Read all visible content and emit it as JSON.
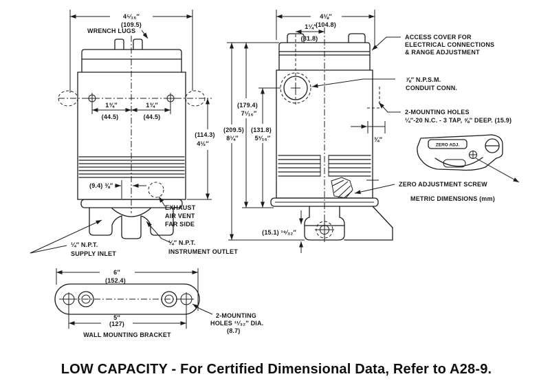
{
  "caption": {
    "text": "LOW CAPACITY - For Certified Dimensional Data, Refer to A28-9."
  },
  "front_view": {
    "width_in": "4⁵⁄₁₆″",
    "width_mm": "(109.5)",
    "wrench_lugs_label": "WRENCH LUGS",
    "boss_left_in": "1¾″",
    "boss_left_mm": "(44.5)",
    "boss_right_in": "1¾″",
    "boss_right_mm": "(44.5)",
    "height_mm": "(114.3)",
    "height_in": "4½″",
    "vent_dim": "(9.4) ⅜″",
    "exhaust_l1": "EXHAUST",
    "exhaust_l2": "AIR VENT",
    "exhaust_l3": "FAR SIDE",
    "supply_l1": "¼″ N.P.T.",
    "supply_l2": "SUPPLY INLET",
    "outlet_l1": "¼″ N.P.T.",
    "outlet_l2": "INSTRUMENT OUTLET"
  },
  "side_view": {
    "width_in": "4⅛″",
    "width_mm": "(104.8)",
    "lug_in": "1¼″",
    "lug_mm": "(31.8)",
    "h_total_mm": "(209.5)",
    "h_total_in": "8¼″",
    "h_upper_mm": "(179.4)",
    "h_upper_in": "7¹⁄₁₆″",
    "h_conduit_mm": "(131.8)",
    "h_conduit_in": "5³⁄₁₆″",
    "foot_dim": "(15.1) ¹⁹⁄₃₂″",
    "offset_in": "¾″",
    "access_l1": "ACCESS COVER FOR",
    "access_l2": "ELECTRICAL CONNECTIONS",
    "access_l3": "& RANGE ADJUSTMENT",
    "conduit_l1": "⅞″ N.P.S.M.",
    "conduit_l2": "CONDUIT CONN.",
    "mount_l1": "2-MOUNTING HOLES",
    "mount_l2": "¼″-20 N.C. - 3 TAP, ⅝″ DEEP. (15.9)",
    "zero_adj_label": "ZERO ADJUSTMENT SCREW",
    "metric_note": "METRIC DIMENSIONS (mm)",
    "plate_label": "ZERO ADJ."
  },
  "bracket": {
    "width_in": "6″",
    "width_mm": "(152.4)",
    "span_in": "5″",
    "span_mm": "(127)",
    "label": "WALL MOUNTING BRACKET",
    "note_l1": "2-MOUNTING",
    "note_l2": "HOLES ¹¹⁄₃₂″ DIA.",
    "note_l3": "(8.7)"
  },
  "colors": {
    "ink": "#1c1c1c",
    "paper": "#ffffff"
  }
}
